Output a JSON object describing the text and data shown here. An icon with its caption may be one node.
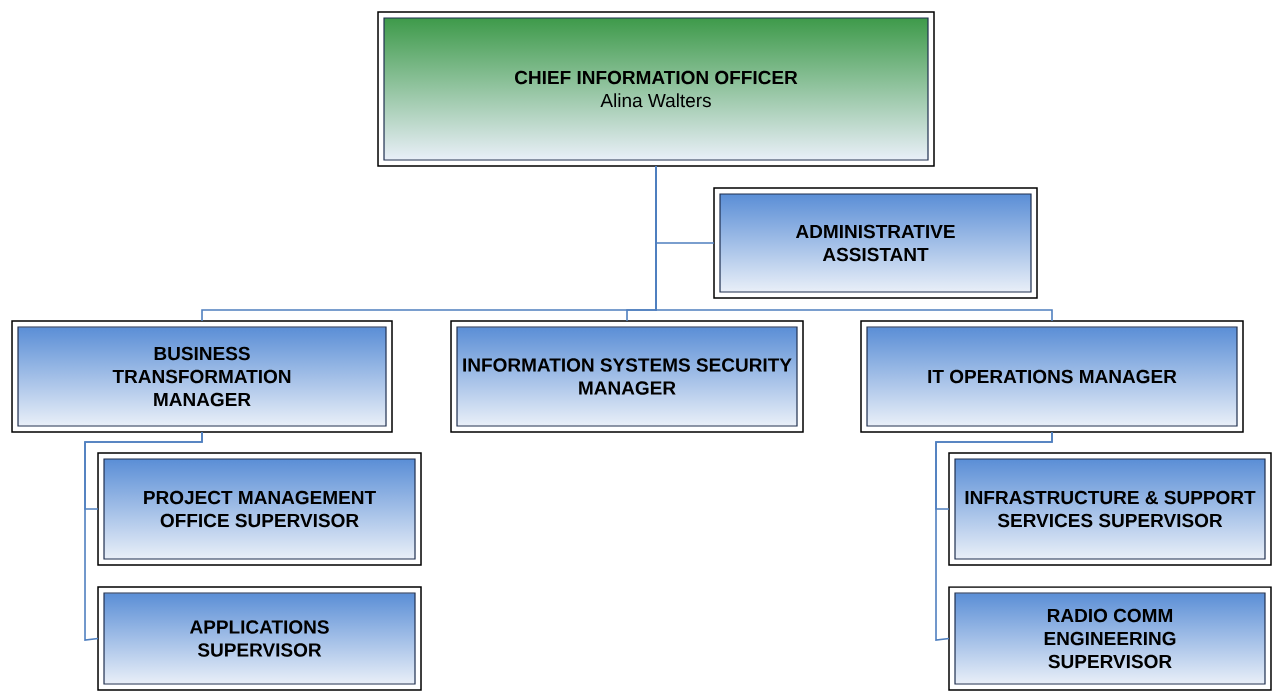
{
  "diagram": {
    "nodes": [
      {
        "text": [
          "CHIEF INFORMATION OFFICER",
          "Alina Walters"
        ]
      },
      {
        "text": [
          "ADMINISTRATIVE ASSISTANT"
        ]
      },
      {
        "text": [
          "BUSINESS TRANSFORMATION MANAGER"
        ]
      },
      {
        "text": [
          "INFORMATION SYSTEMS SECURITY MANAGER"
        ]
      },
      {
        "text": [
          "IT OPERATIONS MANAGER"
        ]
      },
      {
        "text": [
          "PROJECT MANAGEMENT OFFICE SUPERVISOR"
        ]
      },
      {
        "text": [
          "APPLICATIONS SUPERVISOR"
        ]
      },
      {
        "text": [
          "INFRASTRUCTURE & SUPPORT SERVICES SUPERVISOR"
        ]
      },
      {
        "text": [
          "RADIO COMM ENGINEERING SUPERVISOR"
        ]
      }
    ],
    "edges": [
      {
        "from": 0,
        "to": 1,
        "arrow": "none"
      },
      {
        "from": 0,
        "to": 2,
        "arrow": "none"
      },
      {
        "from": 0,
        "to": 3,
        "arrow": "none"
      },
      {
        "from": 0,
        "to": 4,
        "arrow": "none"
      },
      {
        "from": 2,
        "to": 5,
        "arrow": "none"
      },
      {
        "from": 2,
        "to": 6,
        "arrow": "none"
      },
      {
        "from": 4,
        "to": 7,
        "arrow": "none"
      },
      {
        "from": 4,
        "to": 8,
        "arrow": "none"
      }
    ]
  }
}
